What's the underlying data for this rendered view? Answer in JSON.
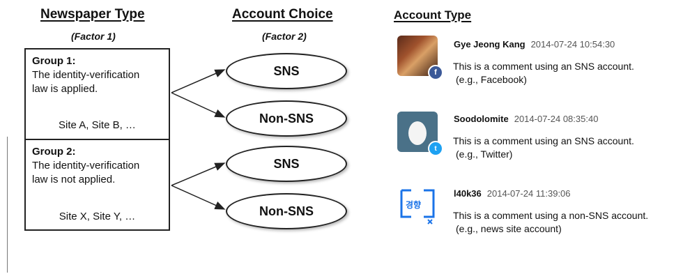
{
  "headings": {
    "newspaper_type": "Newspaper Type",
    "newspaper_factor": "(Factor 1)",
    "account_choice": "Account Choice",
    "account_factor": "(Factor 2)",
    "account_type": "Account Type"
  },
  "groups": [
    {
      "title": "Group 1:",
      "desc_line1": "The identity-verification",
      "desc_line2": "law is applied.",
      "sites": "Site A, Site B, …"
    },
    {
      "title": "Group 2:",
      "desc_line1": "The identity-verification",
      "desc_line2": "law is not applied.",
      "sites": "Site X, Site Y, …"
    }
  ],
  "choices": [
    "SNS",
    "Non-SNS",
    "SNS",
    "Non-SNS"
  ],
  "comments": [
    {
      "name": "Gye Jeong Kang",
      "time": "2014-07-24 10:54:30",
      "text": "This is a comment using an SNS account.",
      "example": "(e.g., Facebook)",
      "avatar_icon": "photo-avatar-icon",
      "badge_icon": "facebook-icon",
      "badge_color": "#3b5998"
    },
    {
      "name": "Soodolomite",
      "time": "2014-07-24 08:35:40",
      "text": "This is a comment using an SNS account.",
      "example": "(e.g., Twitter)",
      "avatar_icon": "egg-avatar-icon",
      "badge_icon": "twitter-icon",
      "badge_color": "#1da1f2"
    },
    {
      "name": "l40k36",
      "time": "2014-07-24 11:39:06",
      "text": "This is a comment using a non-SNS account.",
      "example": "(e.g., news site account)",
      "avatar_icon": "news-site-logo-icon",
      "logo_text": "경향",
      "accent_color": "#1a73e8"
    }
  ]
}
